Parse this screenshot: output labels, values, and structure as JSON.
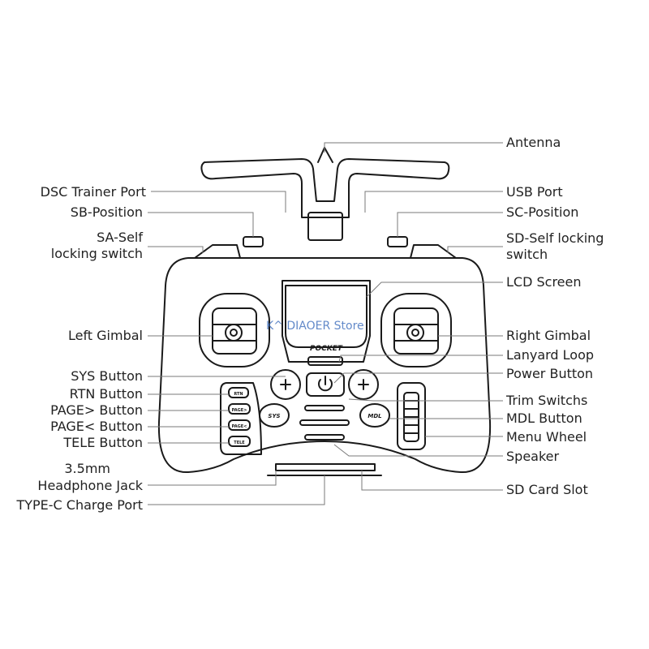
{
  "labels_left": {
    "dsc_trainer_port": "DSC Trainer Port",
    "sb_position": "SB-Position",
    "sa_self_line1": "SA-Self",
    "sa_self_line2": "locking switch",
    "left_gimbal": "Left Gimbal",
    "sys_button": "SYS Button",
    "rtn_button": "RTN Button",
    "page_next": "PAGE> Button",
    "page_prev": "PAGE< Button",
    "tele_button": "TELE Button",
    "headphone_line1": "3.5mm",
    "headphone_line2": "Headphone Jack",
    "typec": "TYPE-C Charge Port"
  },
  "labels_right": {
    "antenna": "Antenna",
    "usb_port": "USB Port",
    "sc_position": "SC-Position",
    "sd_self_line1": "SD-Self locking",
    "sd_self_line2": "switch",
    "lcd_screen": "LCD Screen",
    "right_gimbal": "Right Gimbal",
    "lanyard_loop": "Lanyard Loop",
    "power_button": "Power Button",
    "trim_switchs": "Trim Switchs",
    "mdl_button": "MDL Button",
    "menu_wheel": "Menu Wheel",
    "speaker": "Speaker",
    "sd_card_slot": "SD Card Slot"
  },
  "device_marks": {
    "brand": "POCKET",
    "sys": "SYS",
    "mdl": "MDL",
    "rtn": "RTN",
    "page_next": "PAGE>",
    "page_prev": "PAGE<",
    "tele": "TELE"
  },
  "watermark": "K^ DIAOER Store"
}
